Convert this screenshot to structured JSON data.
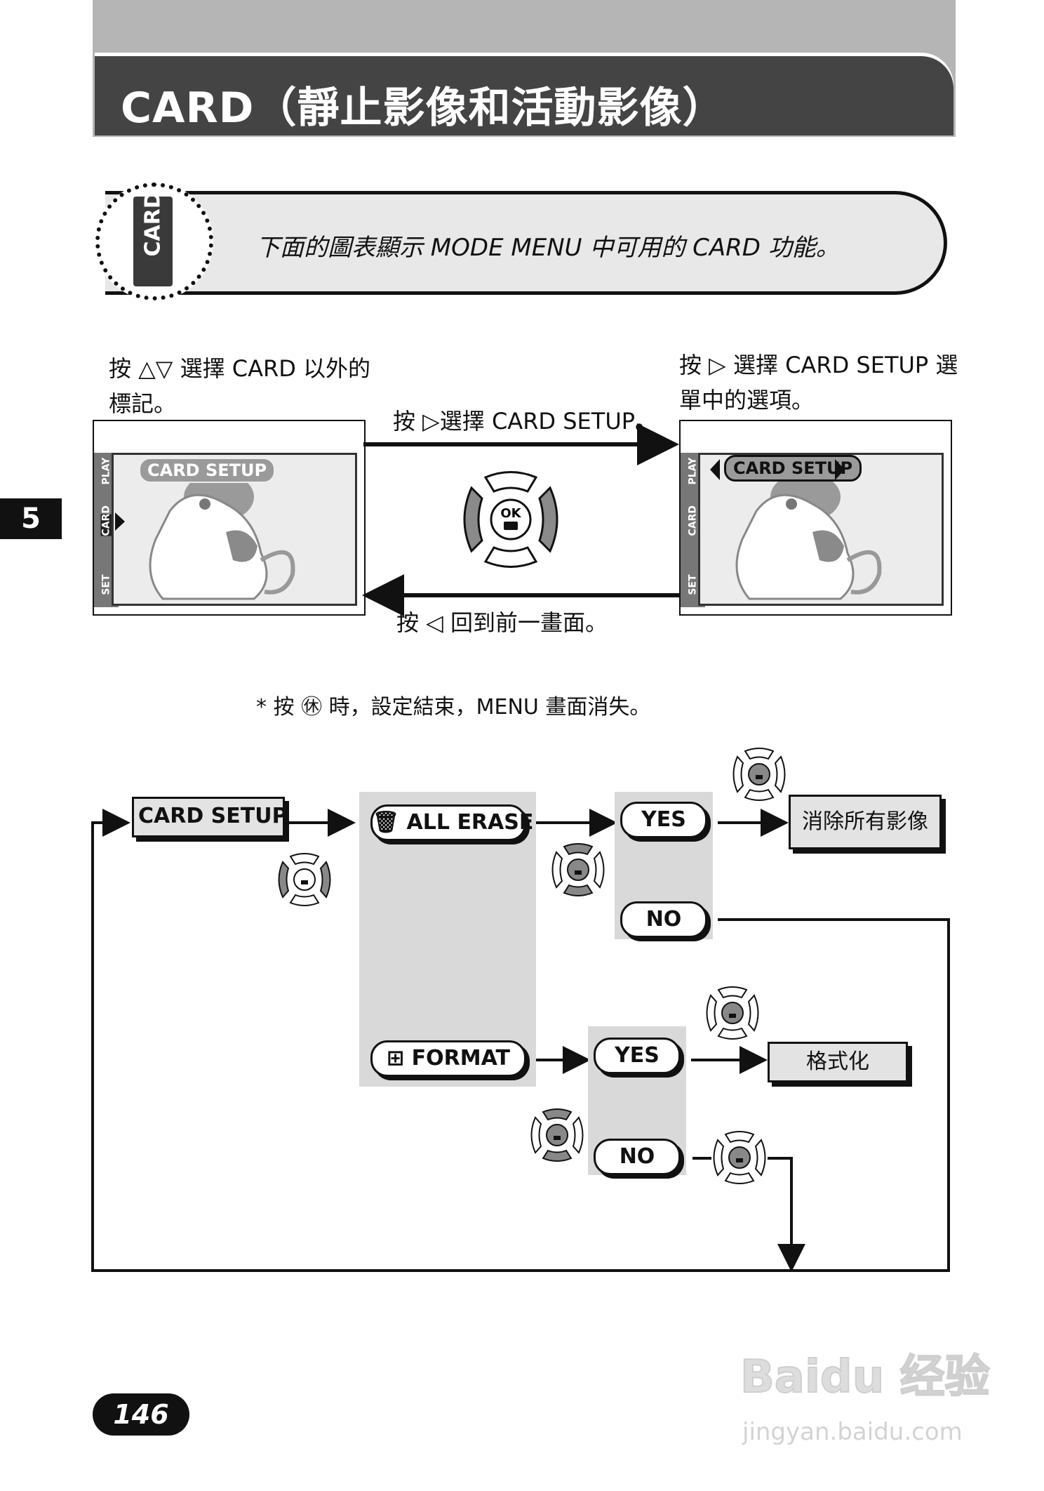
{
  "header": {
    "title": "CARD（靜止影像和活動影像）"
  },
  "intro": {
    "badge_label": "CARD",
    "text": "下面的圖表顯示 MODE MENU 中可用的 CARD 功能。"
  },
  "section_number": "5",
  "instructions": {
    "left": "按 △▽ 選擇 CARD 以外的標記。",
    "right": "按 ▷ 選擇 CARD SETUP 選單中的選項。",
    "forward": "按 ▷選擇 CARD SETUP。",
    "back": "按 ◁ 回到前一畫面。"
  },
  "screens": {
    "sidebar_labels": [
      "PLAY",
      "CARD",
      "SET"
    ],
    "left_menu": "CARD SETUP",
    "right_menu": "CARD SETUP"
  },
  "controller": {
    "ok_label": "OK"
  },
  "note": "* 按 ㊡ 時，設定結束，MENU 畫面消失。",
  "flowchart": {
    "start": "CARD SETUP",
    "all_erase": "ALL ERASE",
    "format": "FORMAT",
    "yes_1": "YES",
    "no_1": "NO",
    "yes_2": "YES",
    "no_2": "NO",
    "result_erase": "消除所有影像",
    "result_format": "格式化"
  },
  "footer": {
    "page_number": "146"
  },
  "watermark": {
    "main": "Baidu 经验",
    "sub": "jingyan.baidu.com"
  },
  "colors": {
    "header_band": "#b5b5b5",
    "header_bar": "#444444",
    "panel_gray": "#d9d9d9"
  }
}
